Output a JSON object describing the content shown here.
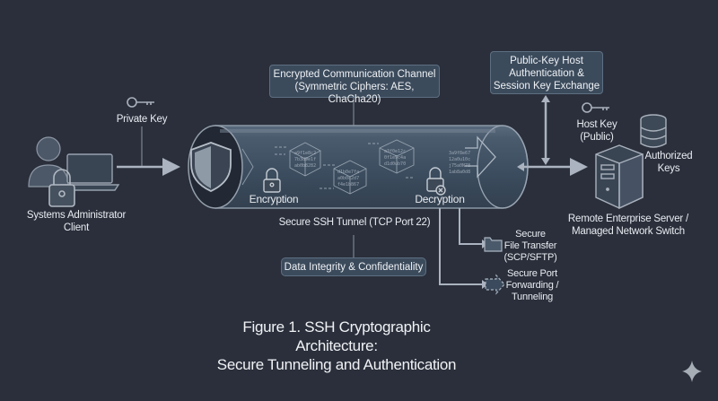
{
  "diagram": {
    "client": {
      "label_line1": "Systems Administrator",
      "label_line2": "Client"
    },
    "private_key": {
      "label": "Private Key"
    },
    "channel_box": {
      "line1": "Encrypted Communication Channel",
      "line2": "(Symmetric Ciphers: AES, ChaCha20)"
    },
    "tunnel": {
      "encryption_label": "Encryption",
      "decryption_label": "Decryption",
      "label": "Secure SSH Tunnel (TCP Port 22)"
    },
    "integrity_box": {
      "label": "Data Integrity & Confidentiality"
    },
    "auth_box": {
      "line1": "Public-Key Host",
      "line2": "Authentication &",
      "line3": "Session Key Exchange"
    },
    "host_key": {
      "line1": "Host Key",
      "line2": "(Public)"
    },
    "authorized_keys": {
      "line1": "Authorized",
      "line2": "Keys"
    },
    "server": {
      "line1": "Remote Enterprise Server /",
      "line2": "Managed Network Switch"
    },
    "file_transfer": {
      "line1": "Secure",
      "line2": "File Transfer",
      "line3": "(SCP/SFTP)"
    },
    "port_forwarding": {
      "line1": "Secure Port",
      "line2": "Forwarding /",
      "line3": "Tunneling"
    }
  },
  "caption": {
    "line1": "Figure 1. SSH Cryptographic Architecture:",
    "line2": "Secure Tunneling and Authentication"
  },
  "colors": {
    "background": "#2a2f3b",
    "line": "#aab3bf",
    "box_fill": "#3c4b5c",
    "tunnel_fill": "#3d4f62"
  }
}
